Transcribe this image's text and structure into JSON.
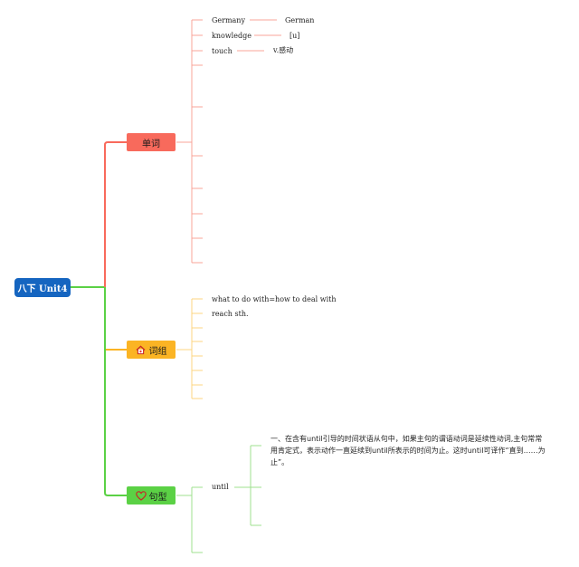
{
  "root": {
    "label": "八下 Unit4"
  },
  "branches": {
    "words": {
      "label": "单词",
      "color": "#f86a5c",
      "items": [
        {
          "word": "Germany",
          "meaning": "German"
        },
        {
          "word": "knowledge",
          "meaning": "[u]"
        },
        {
          "word": "touch",
          "meaning": "v.感动"
        }
      ]
    },
    "phrases": {
      "label": "词组",
      "icon": "home-icon",
      "color": "#fbb424",
      "items": [
        {
          "text": "what to do with=how to deal with"
        },
        {
          "text": "reach sth."
        }
      ]
    },
    "sentences": {
      "label": "句型",
      "icon": "heart-icon",
      "color": "#5bd145",
      "items": [
        {
          "text": "until",
          "note": "一、在含有until引导的时间状语从句中，如果主句的谓语动词是延续性动词,主句常常用肯定式，表示动作一直延续到until所表示的时间为止。这时until可译作“直到……为止”。"
        }
      ]
    }
  },
  "root_color": "#1565c0"
}
